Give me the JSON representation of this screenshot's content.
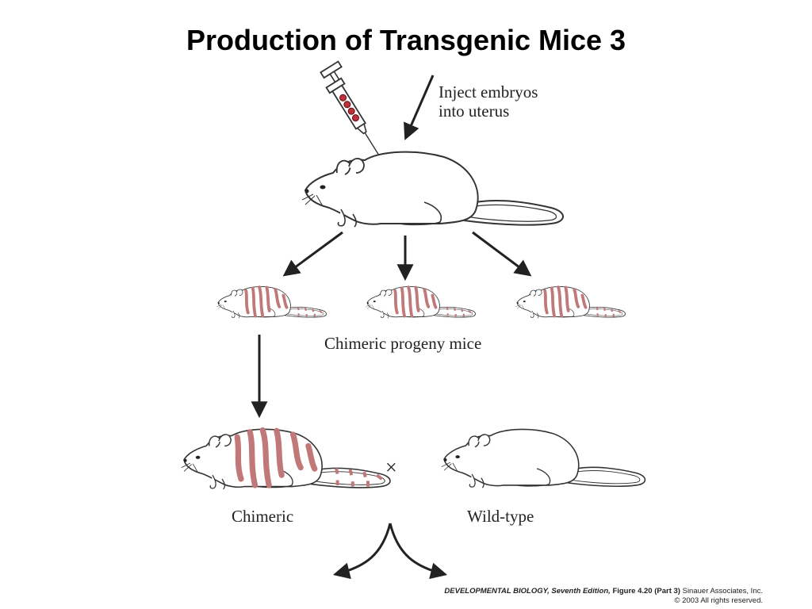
{
  "title": "Production of Transgenic Mice 3",
  "labels": {
    "inject": [
      "Inject embryos",
      "into uterus"
    ],
    "progeny": "Chimeric progeny mice",
    "chimeric": "Chimeric",
    "cross": "×",
    "wildtype": "Wild-type"
  },
  "credit": {
    "book": "DEVELOPMENTAL BIOLOGY, Seventh Edition,",
    "figure": "Figure 4.20 (Part 3)",
    "publisher": "Sinauer Associates, Inc.",
    "copyright": "© 2003 All rights reserved."
  },
  "colors": {
    "stripe": "#c07878",
    "embryo": "#c0303a",
    "outline": "#333333",
    "arrow": "#222222"
  }
}
